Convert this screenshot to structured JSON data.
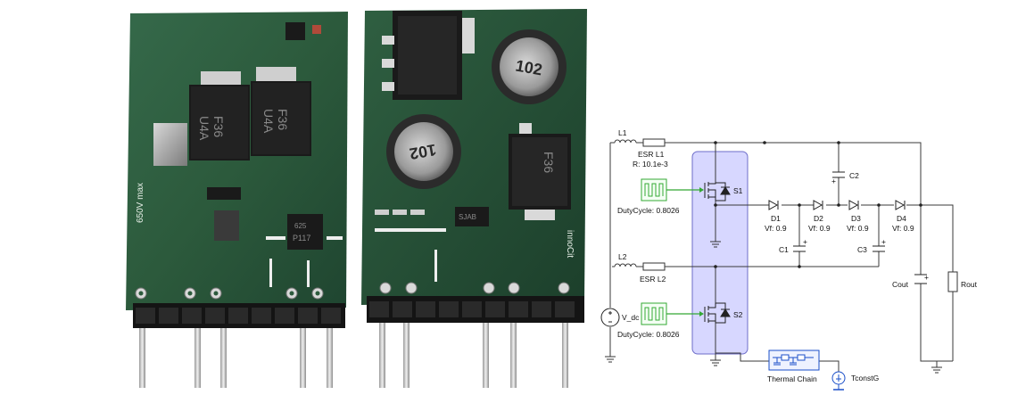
{
  "photo_left": {
    "voltage_text": "650V max",
    "chip1_marking": [
      "F36",
      "U4A"
    ],
    "chip2_marking": [
      "F36",
      "U4A"
    ],
    "opto_marking": [
      "625",
      "P117"
    ]
  },
  "photo_right": {
    "inductor1_marking": "102",
    "inductor2_marking": "102",
    "brand_text": "innoCit",
    "small_chip_marking": "SJAB",
    "chip_marking": "F36"
  },
  "schematic": {
    "L1": "L1",
    "ESR_L1_name": "ESR L1",
    "ESR_L1_value": "R: 10.1e-3",
    "L2": "L2",
    "ESR_L2_name": "ESR L2",
    "S1": "S1",
    "S2": "S2",
    "duty1": "DutyCycle: 0.8026",
    "duty2": "DutyCycle: 0.8026",
    "C1": "C1",
    "C2": "C2",
    "C3": "C3",
    "D1": "D1",
    "D2": "D2",
    "D3": "D3",
    "D4": "D4",
    "vf1": "Vf: 0.9",
    "vf2": "Vf: 0.9",
    "vf3": "Vf: 0.9",
    "vf4": "Vf: 0.9",
    "cout": "Cout",
    "rout": "Rout",
    "vdc": "V_dc",
    "thermal": "Thermal Chain",
    "tconst": "TconstG",
    "plus": "+"
  },
  "colors": {
    "pcb_green": "#2c5a3c",
    "switch_box": "#c9c9ff",
    "gate_signal": "#33a833",
    "thermal_blue": "#1a4fc9"
  }
}
